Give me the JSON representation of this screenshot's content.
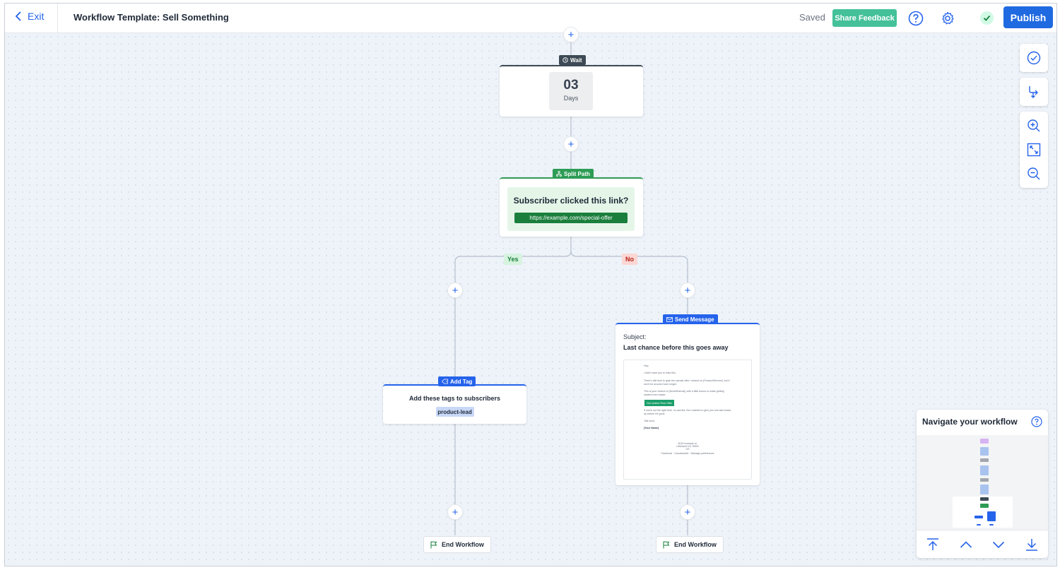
{
  "header": {
    "exit_label": "Exit",
    "title": "Workflow Template: Sell Something",
    "saved_label": "Saved",
    "feedback_label": "Share Feedback",
    "publish_label": "Publish"
  },
  "wait": {
    "label": "Wait",
    "value": "03",
    "unit": "Days"
  },
  "split": {
    "label": "Split Path",
    "question": "Subscriber clicked this link?",
    "url": "https://example.com/special-offer",
    "yes_label": "Yes",
    "no_label": "No"
  },
  "add_tag": {
    "label": "Add Tag",
    "title": "Add these tags to subscribers",
    "tag": "product-lead"
  },
  "send_message": {
    "label": "Send Message",
    "subject_label": "Subject:",
    "subject": "Last chance before this goes away",
    "email": {
      "greeting": "Hey,",
      "line1": "I didn't want you to miss this.",
      "line2": "There's still time to grab the special offer I shared on [Product/Service], but it won't be around much longer.",
      "line3": "This is your chance to [benefit/result], with a little bonus to make getting started even easier.",
      "cta": "Get Limited Time Offer",
      "line4": "If now's not the right time, no worries. But I wanted to give you one last heads up before it's gone.",
      "signoff": "Talk soon,",
      "name": "[Your Name]",
      "footer1": "2015 example st.",
      "footer2": "Littleland CA 78900",
      "footer3": "US",
      "footer_links": "Facebook  ·  Unsubscribe  ·  Manage preferences"
    }
  },
  "end_label": "End Workflow",
  "navigator": {
    "title": "Navigate your workflow"
  },
  "icons": {
    "exit": "chevron-left-icon",
    "help": "help-circle-icon",
    "settings": "gear-icon",
    "status": "check-icon",
    "wait": "clock-icon",
    "split": "split-path-icon",
    "tag": "tag-icon",
    "message": "envelope-icon",
    "end": "flag-icon",
    "tools": [
      "check-circle-icon",
      "branch-icon",
      "zoom-in-icon",
      "fit-screen-icon",
      "zoom-out-icon"
    ],
    "nav": [
      "jump-top-icon",
      "chevron-up-icon",
      "chevron-down-icon",
      "jump-bottom-icon"
    ]
  },
  "colors": {
    "primary": "#1f6ae0",
    "feedback": "#45c19a",
    "wait": "#3d4a55",
    "split": "#2e9c55",
    "add_tag": "#2563eb",
    "send_message": "#2563eb",
    "yes_bg": "#d6f3df",
    "no_bg": "#fcd7d4"
  }
}
